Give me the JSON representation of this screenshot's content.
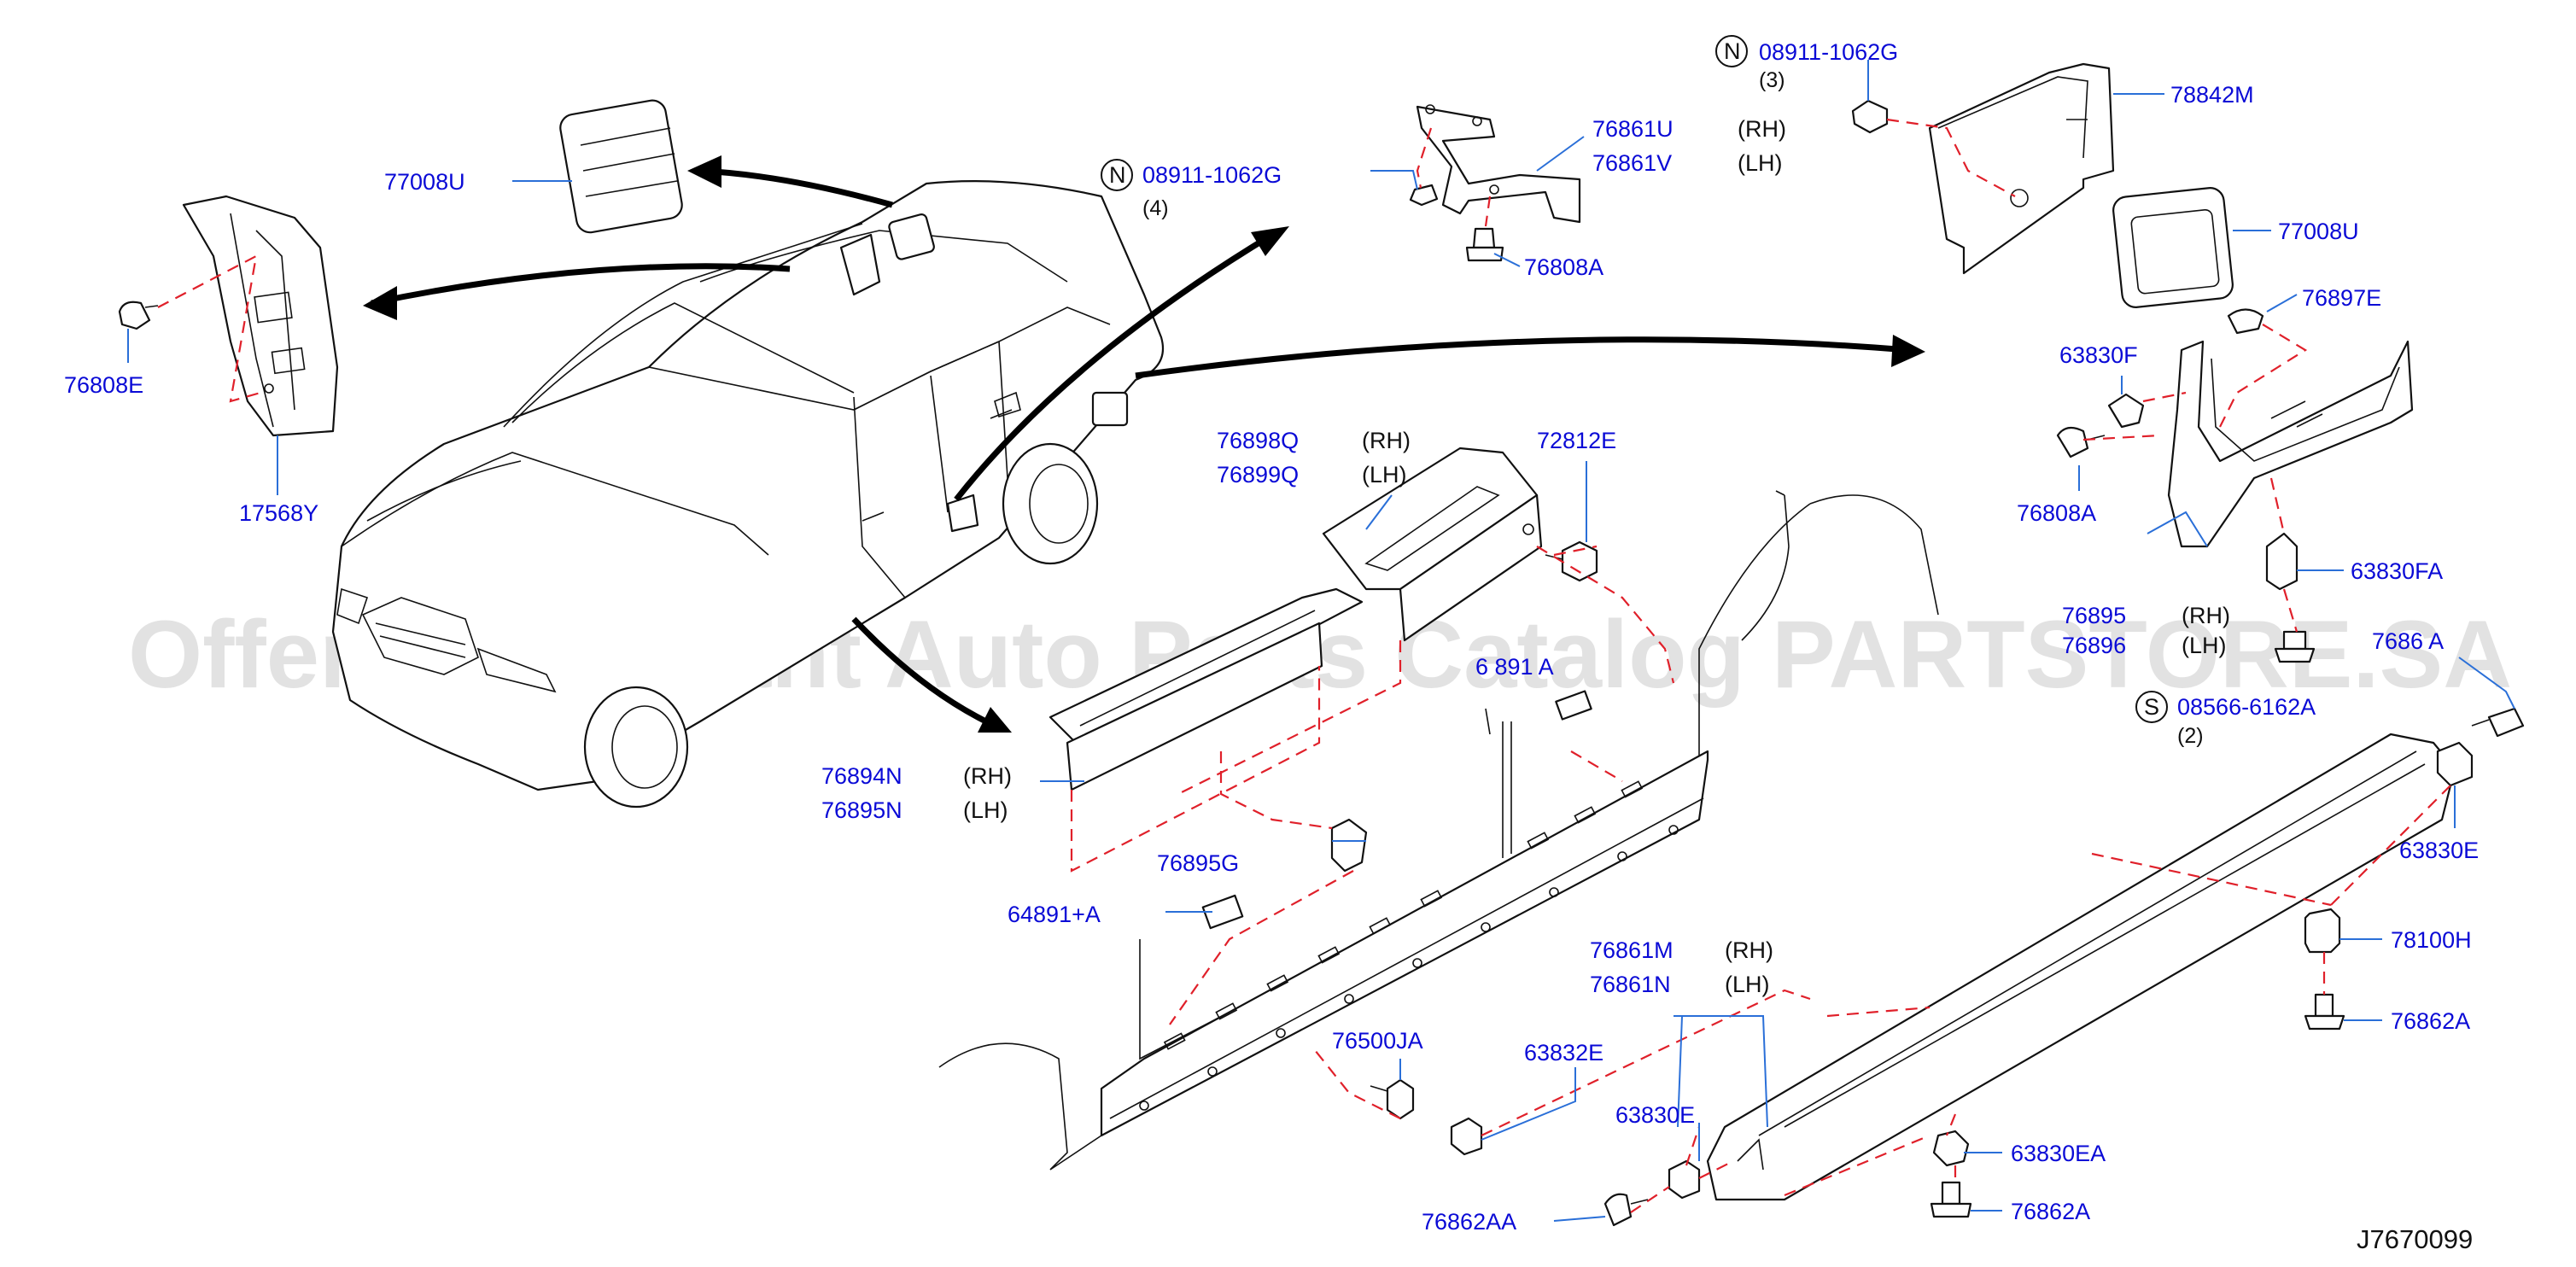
{
  "watermark": "Offers Merchant Auto Parts Catalog PARTSTORE.SA",
  "reference_code": "J7670099",
  "labels": {
    "p77008U_left": "77008U",
    "p17568Y": "17568Y",
    "p76808E": "76808E",
    "p08911_center": "08911-1062G",
    "p08911_center_qty": "(4)",
    "p76861U": "76861U",
    "p76861U_side": "(RH)",
    "p76861V": "76861V",
    "p76861V_side": "(LH)",
    "p76808A_top": "76808A",
    "p08911_right": "08911-1062G",
    "p08911_right_qty": "(3)",
    "p78842M": "78842M",
    "p77008U_right": "77008U",
    "p76897E": "76897E",
    "p63830F": "63830F",
    "p76808A_right": "76808A",
    "p76895_partial": "76895",
    "p76895_partial_side": "(RH)",
    "p76896_partial": "76896",
    "p76896_partial_side": "(LH)",
    "p63830FA": "63830FA",
    "p7686x_partial": "7686 A",
    "p08566": "08566-6162A",
    "p08566_qty": "(2)",
    "p63830E_right": "63830E",
    "p78100H": "78100H",
    "p76862A_mid": "76862A",
    "p76862A_bottom": "76862A",
    "p63830EA": "63830EA",
    "p76898Q": "76898Q",
    "p76898Q_side": "(RH)",
    "p76899Q": "76899Q",
    "p76899Q_side": "(LH)",
    "p72812E": "72812E",
    "p6489_partial": "6 891 A",
    "p76894N": "76894N",
    "p76894N_side": "(RH)",
    "p76895N": "76895N",
    "p76895N_side": "(LH)",
    "p76895G": "76895G",
    "p64891A": "64891+A",
    "p76861M": "76861M",
    "p76861M_side": "(RH)",
    "p76861N": "76861N",
    "p76861N_side": "(LH)",
    "p76500JA": "76500JA",
    "p63832E": "63832E",
    "p63830E_bottom": "63830E",
    "p76862AA": "76862AA",
    "badge_N": "N",
    "badge_S": "S"
  },
  "colors": {
    "part_number": "#0a0ad6",
    "leader_line": "#2a6fd8",
    "dashed_line": "#e0202a",
    "outline": "#111111"
  }
}
